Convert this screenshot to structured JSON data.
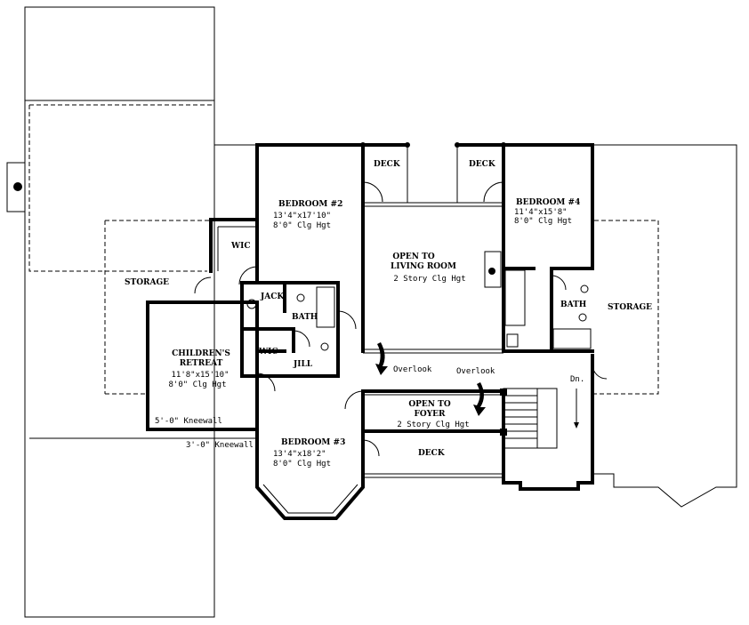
{
  "rooms": {
    "deck_left": "DECK",
    "deck_right": "DECK",
    "deck_bottom": "DECK",
    "bedroom2_name": "BEDROOM #2",
    "bedroom2_size": "13'4\"x17'10\"",
    "bedroom2_clg": "8'0\" Clg Hgt",
    "bedroom4_name": "BEDROOM #4",
    "bedroom4_size": "11'4\"x15'8\"",
    "bedroom4_clg": "8'0\" Clg Hgt",
    "bedroom3_name": "BEDROOM #3",
    "bedroom3_size": "13'4\"x18'2\"",
    "bedroom3_clg": "8'0\" Clg Hgt",
    "open_living_1": "OPEN TO",
    "open_living_2": "LIVING ROOM",
    "open_living_clg": "2 Story Clg Hgt",
    "open_foyer_1": "OPEN TO",
    "open_foyer_2": "FOYER",
    "open_foyer_clg": "2 Story Clg Hgt",
    "children_1": "CHILDREN'S",
    "children_2": "RETREAT",
    "children_size": "11'8\"x15'10\"",
    "children_clg": "8'0\" Clg Hgt",
    "wic_top": "WIC",
    "wic_lower": "WIC",
    "jack": "JACK",
    "jill": "JILL",
    "bath_center": "BATH",
    "bath_right": "BATH",
    "storage_left": "STORAGE",
    "storage_right": "STORAGE",
    "overlook_left": "Overlook",
    "overlook_right": "Overlook",
    "kneewall_5": "5'-0\" Kneewall",
    "kneewall_3": "3'-0\" Kneewall",
    "stair_dn": "Dn."
  }
}
